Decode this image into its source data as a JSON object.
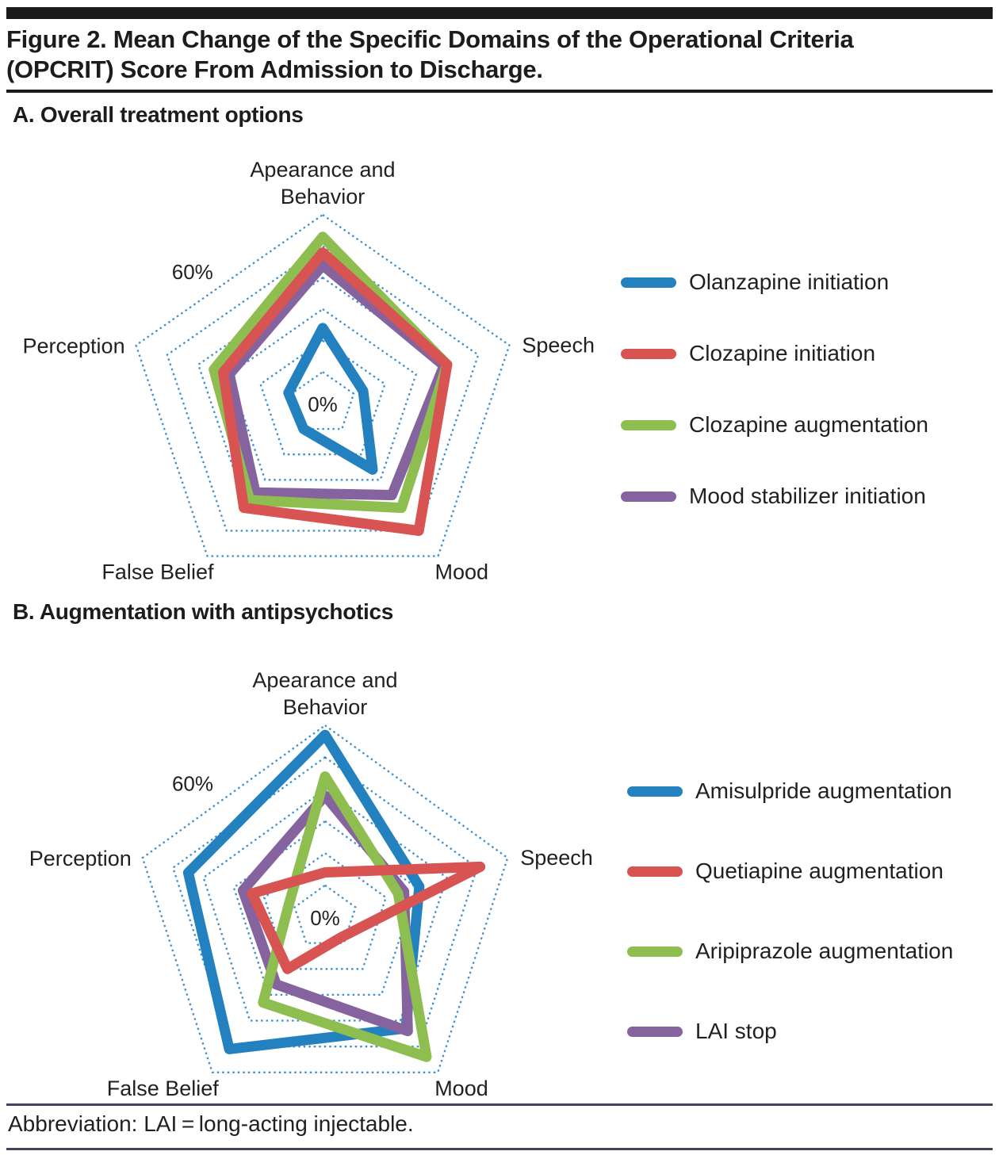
{
  "figure": {
    "title_lines": [
      "Figure 2. Mean Change of the Specific Domains of the Operational Criteria",
      "(OPCRIT) Score From Admission to Discharge."
    ],
    "footnote": "Abbreviation: LAI = long-acting injectable."
  },
  "colors": {
    "grid": "#3e8fd1",
    "text": "#231f20",
    "blue": "#2381bf",
    "red": "#d75452",
    "green": "#8ebe50",
    "purple": "#85639e"
  },
  "chart_data": [
    {
      "type": "radar",
      "panel": "A",
      "title": "A. Overall treatment options",
      "categories": [
        "Apearance and Behavior",
        "Speech",
        "Mood",
        "False Belief",
        "Perception"
      ],
      "axis": {
        "center_label": "0%",
        "outer_label": "60%",
        "max": 60,
        "rings": 6,
        "grid_step_pct": 10
      },
      "legend_position": "right",
      "series": [
        {
          "name": "Olanzapine initiation",
          "color": "#2381bf",
          "values": [
            24,
            13,
            26,
            10,
            11
          ]
        },
        {
          "name": "Clozapine initiation",
          "color": "#d75452",
          "values": [
            48,
            40,
            50,
            41,
            32
          ]
        },
        {
          "name": "Clozapine augmentation",
          "color": "#8ebe50",
          "values": [
            53,
            40,
            41,
            38,
            35
          ]
        },
        {
          "name": "Mood stabilizer initiation",
          "color": "#85639e",
          "values": [
            44,
            39,
            36,
            35,
            30
          ]
        }
      ]
    },
    {
      "type": "radar",
      "panel": "B",
      "title": "B. Augmentation with antipsychotics",
      "categories": [
        "Apearance and Behavior",
        "Speech",
        "Mood",
        "False Belief",
        "Perception"
      ],
      "axis": {
        "center_label": "0%",
        "outer_label": "60%",
        "max": 60,
        "rings": 6,
        "grid_step_pct": 10
      },
      "legend_position": "right",
      "series": [
        {
          "name": "Amisulpride augmentation",
          "color": "#2381bf",
          "values": [
            57,
            31,
            43,
            51,
            45
          ]
        },
        {
          "name": "Quetiapine augmentation",
          "color": "#d75452",
          "values": [
            14,
            51,
            8,
            20,
            24
          ]
        },
        {
          "name": "Aripiprazole augmentation",
          "color": "#8ebe50",
          "values": [
            44,
            24,
            54,
            33,
            12
          ]
        },
        {
          "name": "LAI stop",
          "color": "#85639e",
          "values": [
            38,
            26,
            44,
            26,
            27
          ]
        }
      ]
    }
  ]
}
